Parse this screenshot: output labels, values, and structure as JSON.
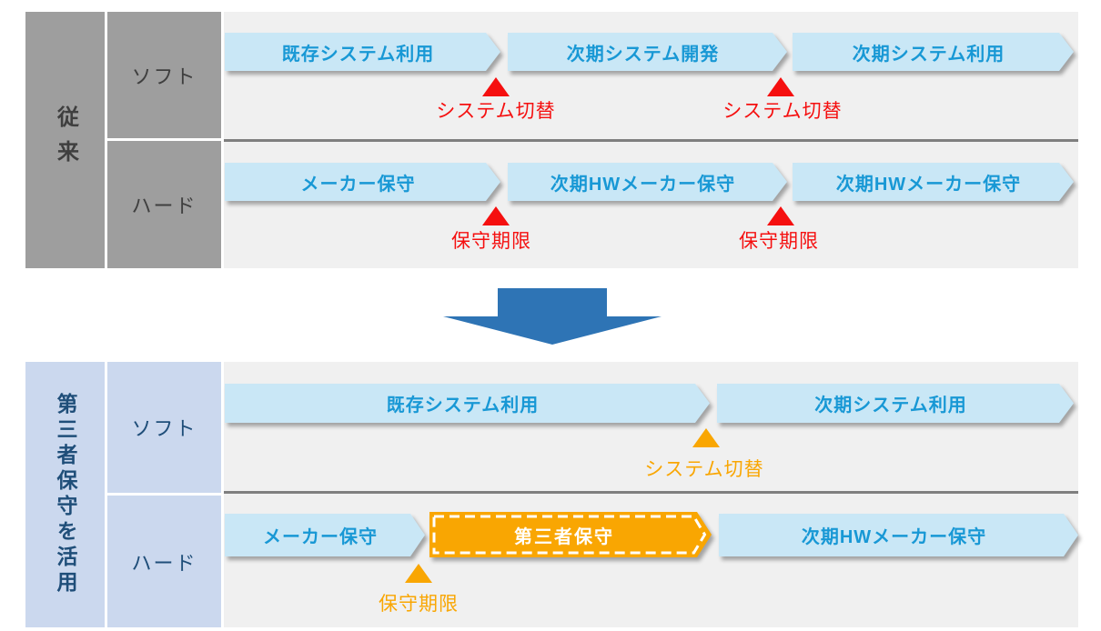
{
  "top_section": {
    "section_label": "従来",
    "soft_row": {
      "label": "ソフト",
      "arrow1": "既存システム利用",
      "arrow2": "次期システム開発",
      "arrow3": "次期システム利用",
      "marker1": "システム切替",
      "marker2": "システム切替"
    },
    "hard_row": {
      "label": "ハード",
      "arrow1": "メーカー保守",
      "arrow2": "次期HWメーカー保守",
      "arrow3": "次期HWメーカー保守",
      "marker1": "保守期限",
      "marker2": "保守期限"
    }
  },
  "bottom_section": {
    "section_label": "第三者保守を活用",
    "soft_row": {
      "label": "ソフト",
      "arrow1": "既存システム利用",
      "arrow2": "次期システム利用",
      "marker1": "システム切替"
    },
    "hard_row": {
      "label": "ハード",
      "arrow1": "メーカー保守",
      "arrow2": "第三者保守",
      "arrow3": "次期HWメーカー保守",
      "marker1": "保守期限"
    }
  },
  "colors": {
    "process_arrow_fill": "#C9E7F6",
    "process_arrow_text": "#1898D5",
    "highlight_arrow_fill": "#F9A602",
    "highlight_arrow_text": "#FFFFFF",
    "red_marker": "#F50F0F",
    "orange_marker": "#F9A602",
    "top_header_bg": "#9E9E9E",
    "top_header_text": "#3F3F3F",
    "bottom_header_bg": "#CBD8EE",
    "bottom_header_text": "#1F4E79",
    "content_bg": "#F0F0F0",
    "separator": "#7F7F7F",
    "transform_arrow": "#2E74B5"
  }
}
